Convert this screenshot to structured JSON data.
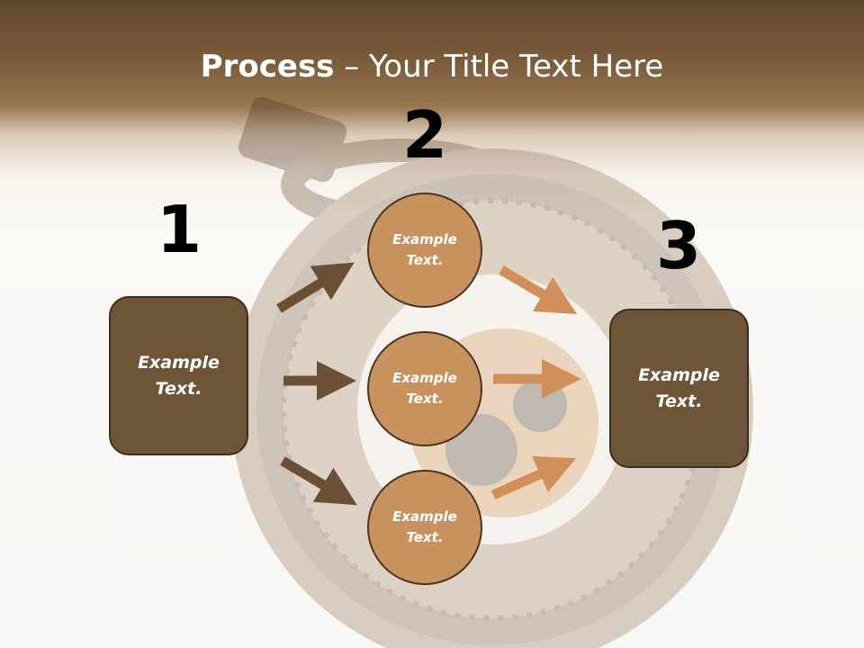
{
  "title": {
    "bold": "Process",
    "rest": " – Your Title Text Here"
  },
  "steps": [
    {
      "number": "1",
      "label_line1": "Example",
      "label_line2": "Text."
    },
    {
      "number": "2",
      "label_line1": "Example",
      "label_line2": "Text."
    },
    {
      "number": "3",
      "label_line1": "Example",
      "label_line2": "Text."
    }
  ],
  "circles": [
    {
      "label_line1": "Example",
      "label_line2": "Text."
    },
    {
      "label_line1": "Example",
      "label_line2": "Text."
    },
    {
      "label_line1": "Example",
      "label_line2": "Text."
    }
  ],
  "colors": {
    "box_fill": "#6f5538",
    "circle_fill": "#c8925e",
    "arrow_dark": "#6b5035",
    "arrow_light": "#d0905a",
    "header_band": "#6e5233"
  }
}
